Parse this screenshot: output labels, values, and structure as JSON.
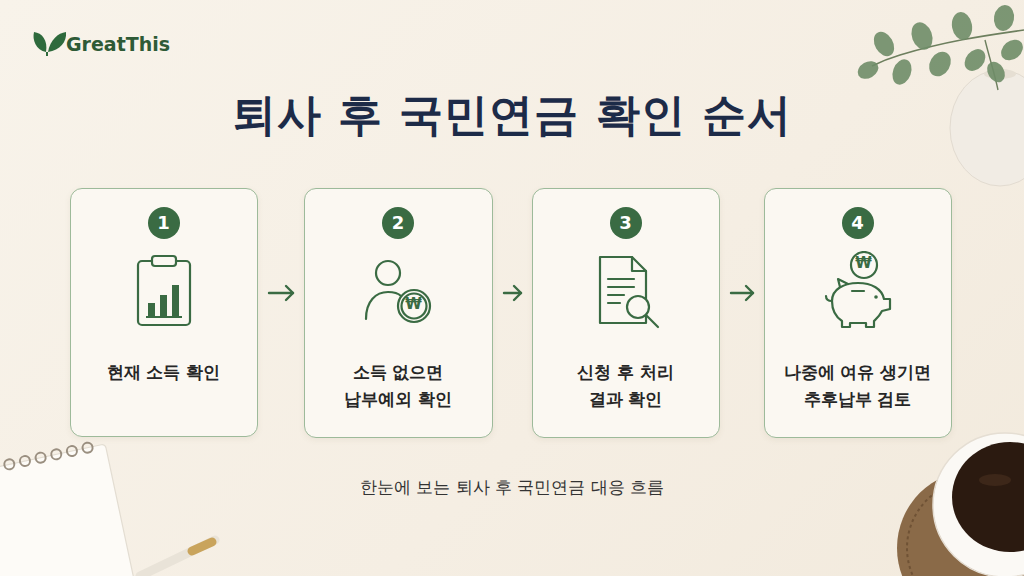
{
  "diagram": {
    "title": "퇴사 후 국민연금 확인 순서",
    "caption": "한눈에 보는 퇴사 후 국민연금 대응 흐름",
    "nodes": [
      {
        "text": [
          "1",
          "현재 소득 확인"
        ]
      },
      {
        "text": [
          "2",
          "소득 없으면 납부예외 확인"
        ]
      },
      {
        "text": [
          "3",
          "신청 후 처리 결과 확인"
        ]
      },
      {
        "text": [
          "4",
          "나중에 여유 생기면 추후납부 검토"
        ]
      }
    ],
    "edges": [
      {
        "from": 0,
        "to": 1,
        "arrow": "to"
      },
      {
        "from": 1,
        "to": 2,
        "arrow": "to"
      },
      {
        "from": 2,
        "to": 3,
        "arrow": "to"
      }
    ],
    "labels": [
      "GreatThis",
      "₩",
      "₩"
    ]
  }
}
